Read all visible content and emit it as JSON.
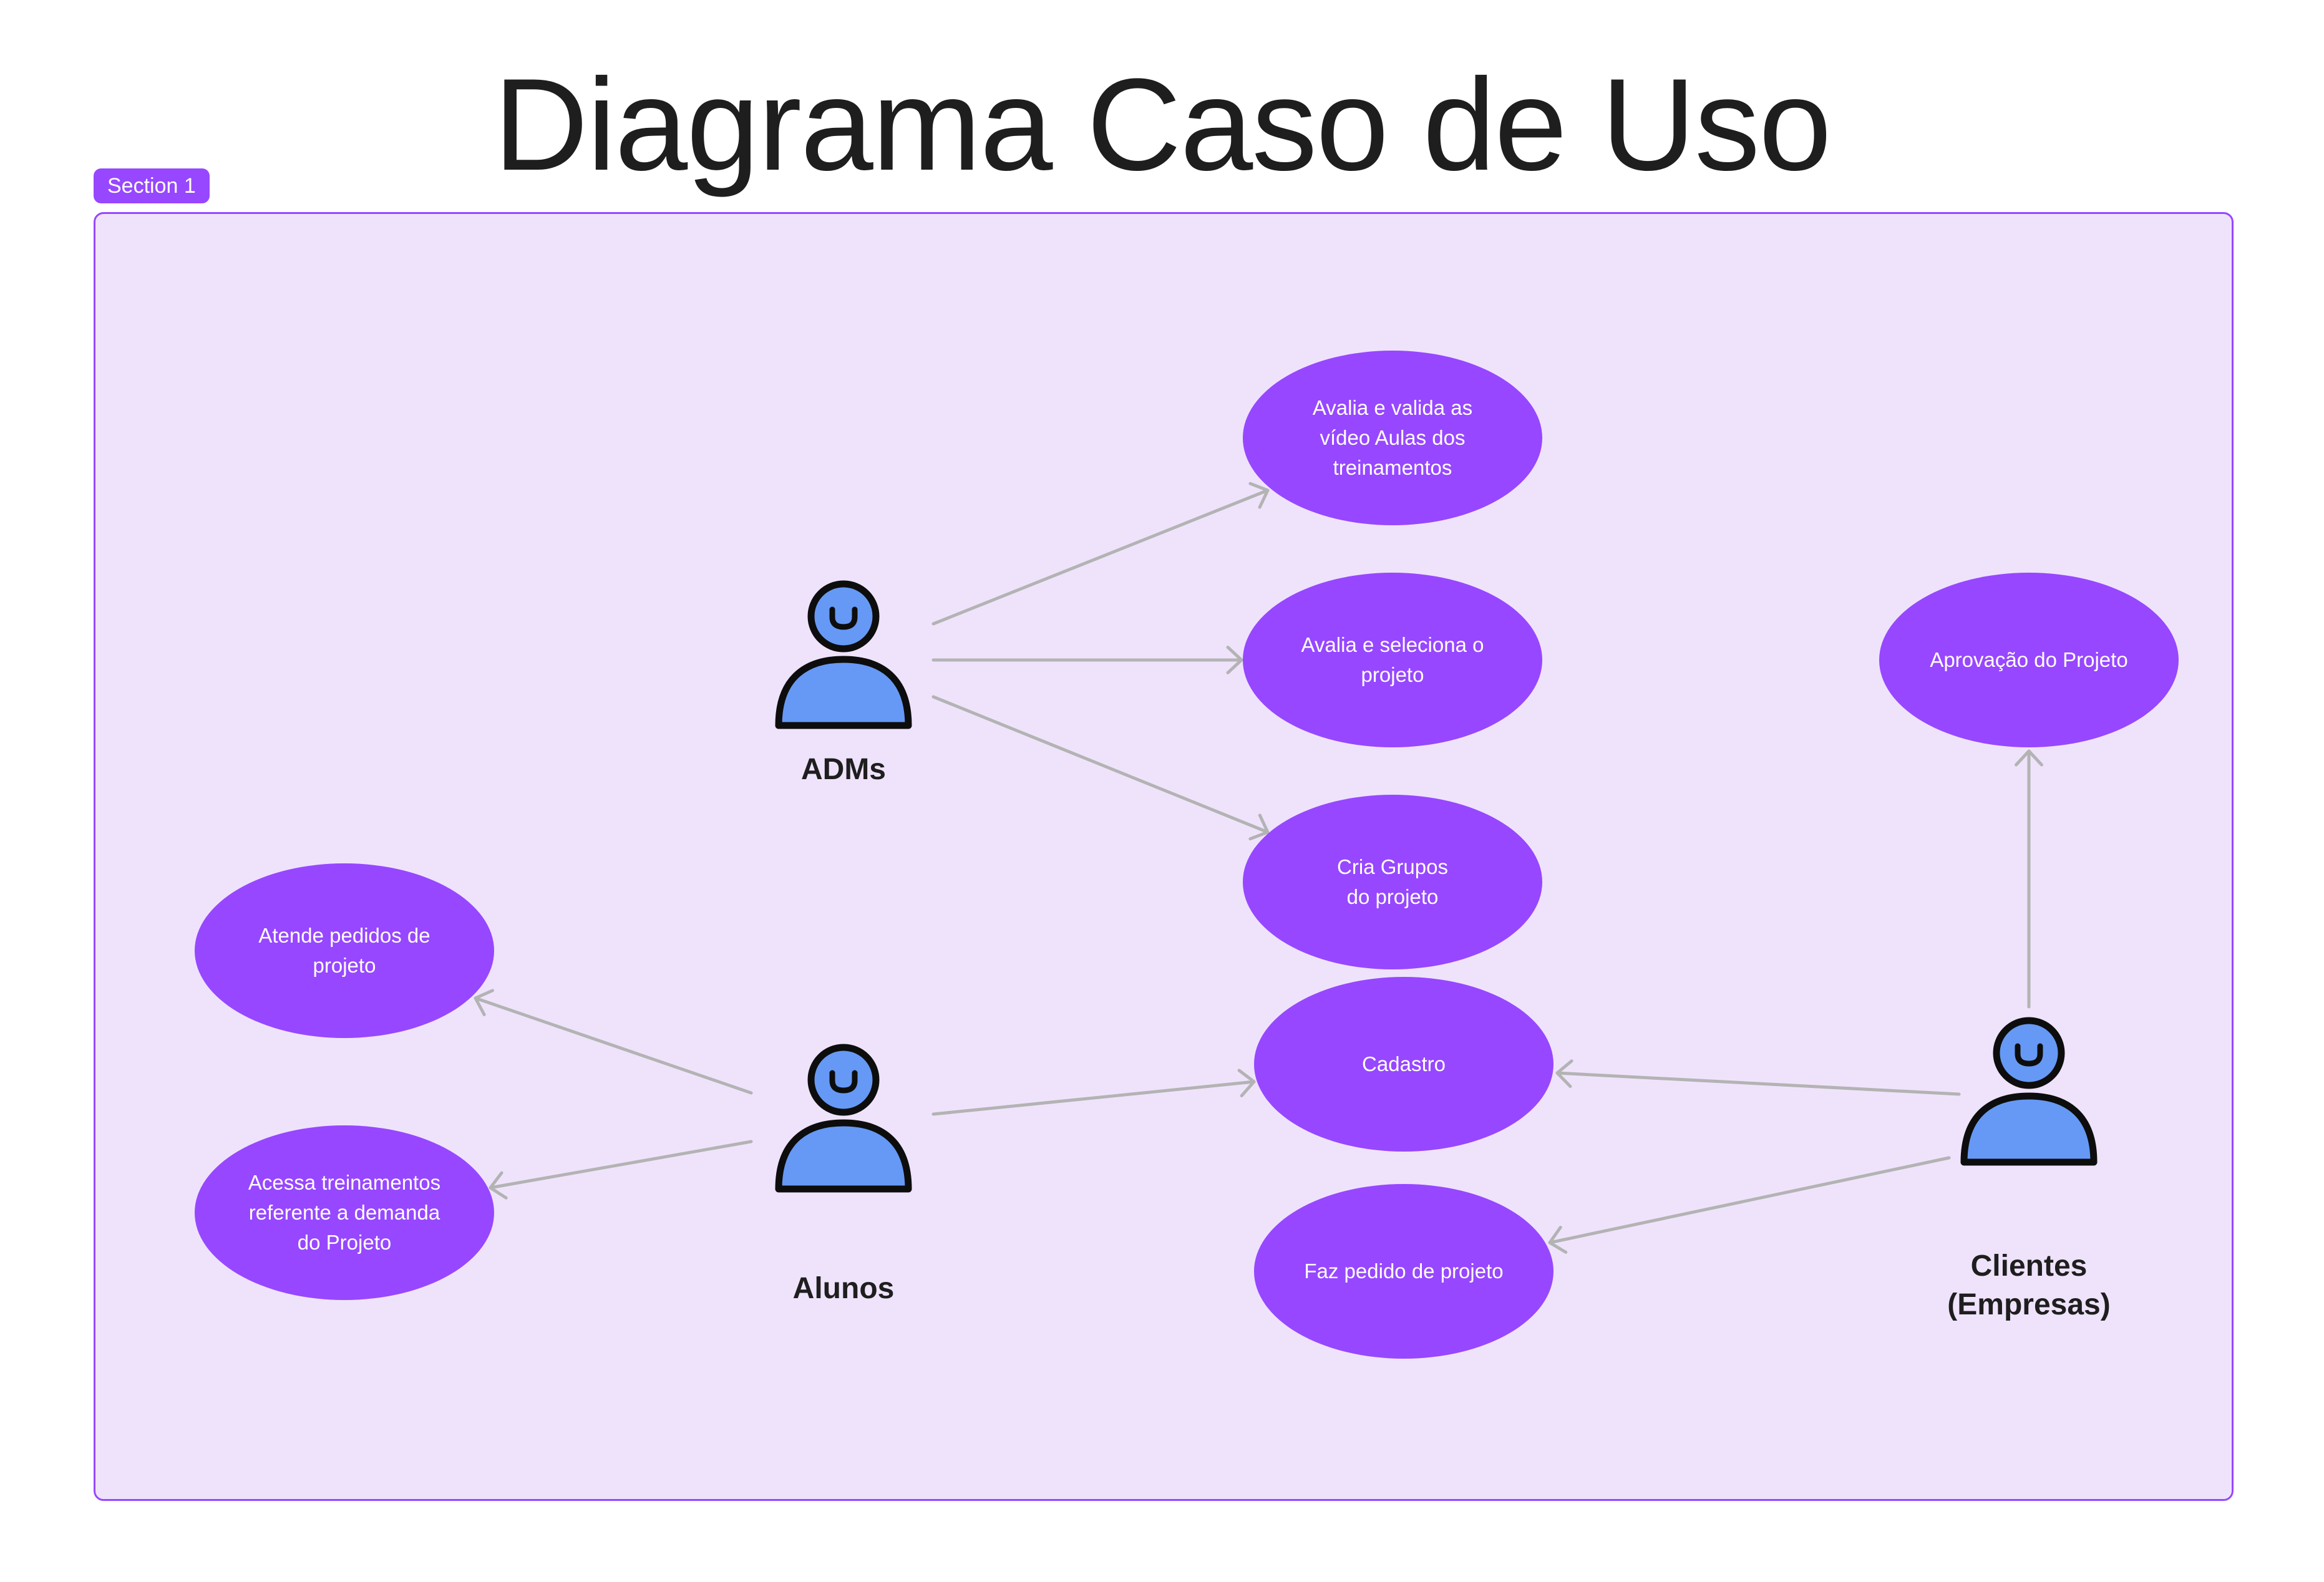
{
  "title": "Diagrama Caso de Uso",
  "section_label": "Section 1",
  "colors": {
    "section_fill": "#efe3fc",
    "section_border": "#9747ff",
    "usecase_fill": "#9747ff",
    "usecase_text": "#ffffff",
    "actor_fill": "#6699f5",
    "actor_stroke": "#0d0d0d",
    "arrow": "#b3b3b3",
    "title": "#1e1e1e"
  },
  "actors": [
    {
      "id": "adms",
      "name": "ADMs",
      "icon": "person-icon"
    },
    {
      "id": "alunos",
      "name": "Alunos",
      "icon": "person-icon"
    },
    {
      "id": "clientes",
      "name": "Clientes\n(Empresas)",
      "icon": "person-icon"
    }
  ],
  "use_cases": [
    {
      "id": "avalia-valida",
      "label": "Avalia e valida as\nvídeo Aulas dos\ntreinamentos"
    },
    {
      "id": "avalia-seleciona",
      "label": "Avalia e seleciona o\nprojeto"
    },
    {
      "id": "cria-grupos",
      "label": "Cria Grupos\ndo projeto"
    },
    {
      "id": "aprovacao",
      "label": "Aprovação do Projeto"
    },
    {
      "id": "atende-pedidos",
      "label": "Atende pedidos de\nprojeto"
    },
    {
      "id": "acessa-treinamentos",
      "label": "Acessa treinamentos\nreferente a demanda\ndo Projeto"
    },
    {
      "id": "cadastro",
      "label": "Cadastro"
    },
    {
      "id": "faz-pedido",
      "label": "Faz pedido de projeto"
    }
  ],
  "associations": [
    {
      "from": "adms",
      "to": "avalia-valida"
    },
    {
      "from": "adms",
      "to": "avalia-seleciona"
    },
    {
      "from": "adms",
      "to": "cria-grupos"
    },
    {
      "from": "alunos",
      "to": "atende-pedidos"
    },
    {
      "from": "alunos",
      "to": "acessa-treinamentos"
    },
    {
      "from": "alunos",
      "to": "cadastro"
    },
    {
      "from": "clientes",
      "to": "cadastro"
    },
    {
      "from": "clientes",
      "to": "faz-pedido"
    },
    {
      "from": "clientes",
      "to": "aprovacao"
    }
  ]
}
